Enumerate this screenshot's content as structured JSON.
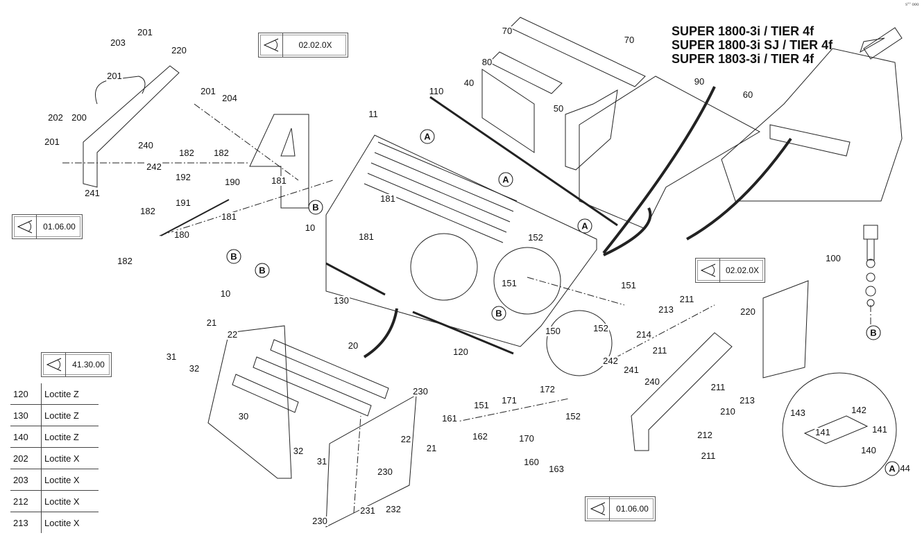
{
  "title_lines": [
    "SUPER 1800-3i / TIER 4f",
    "SUPER 1800-3i SJ / TIER 4f",
    "SUPER 1803-3i / TIER 4f"
  ],
  "corner_mark": "s°° ooo",
  "reference_boxes": [
    {
      "icon": "eye-icon",
      "code": "02.02.0X"
    },
    {
      "icon": "eye-icon",
      "code": "01.06.00"
    },
    {
      "icon": "eye-icon",
      "code": "02.02.0X"
    },
    {
      "icon": "eye-icon",
      "code": "01.06.00"
    },
    {
      "icon": "eye-icon",
      "code": "41.30.00"
    }
  ],
  "adhesive_table": [
    {
      "part": "120",
      "adhesive": "Loctite Z"
    },
    {
      "part": "130",
      "adhesive": "Loctite Z"
    },
    {
      "part": "140",
      "adhesive": "Loctite Z"
    },
    {
      "part": "202",
      "adhesive": "Loctite X"
    },
    {
      "part": "203",
      "adhesive": "Loctite X"
    },
    {
      "part": "212",
      "adhesive": "Loctite X"
    },
    {
      "part": "213",
      "adhesive": "Loctite X"
    }
  ],
  "callouts": [
    "201",
    "203",
    "220",
    "201",
    "201",
    "204",
    "202",
    "200",
    "201",
    "240",
    "182",
    "182",
    "242",
    "192",
    "190",
    "181",
    "241",
    "191",
    "182",
    "181",
    "180",
    "182",
    "11",
    "110",
    "80",
    "70",
    "70",
    "40",
    "50",
    "90",
    "60",
    "181",
    "10",
    "181",
    "152",
    "151",
    "10",
    "130",
    "151",
    "152",
    "120",
    "150",
    "21",
    "22",
    "20",
    "31",
    "32",
    "30",
    "230",
    "172",
    "171",
    "151",
    "161",
    "22",
    "21",
    "162",
    "170",
    "152",
    "32",
    "31",
    "160",
    "163",
    "230",
    "231",
    "232",
    "230",
    "213",
    "211",
    "220",
    "214",
    "211",
    "242",
    "241",
    "240",
    "211",
    "213",
    "210",
    "212",
    "211",
    "100",
    "143",
    "142",
    "141",
    "141",
    "140",
    "144"
  ],
  "detail_markers": [
    "A",
    "A",
    "A",
    "B",
    "B",
    "B",
    "B",
    "B",
    "A"
  ]
}
